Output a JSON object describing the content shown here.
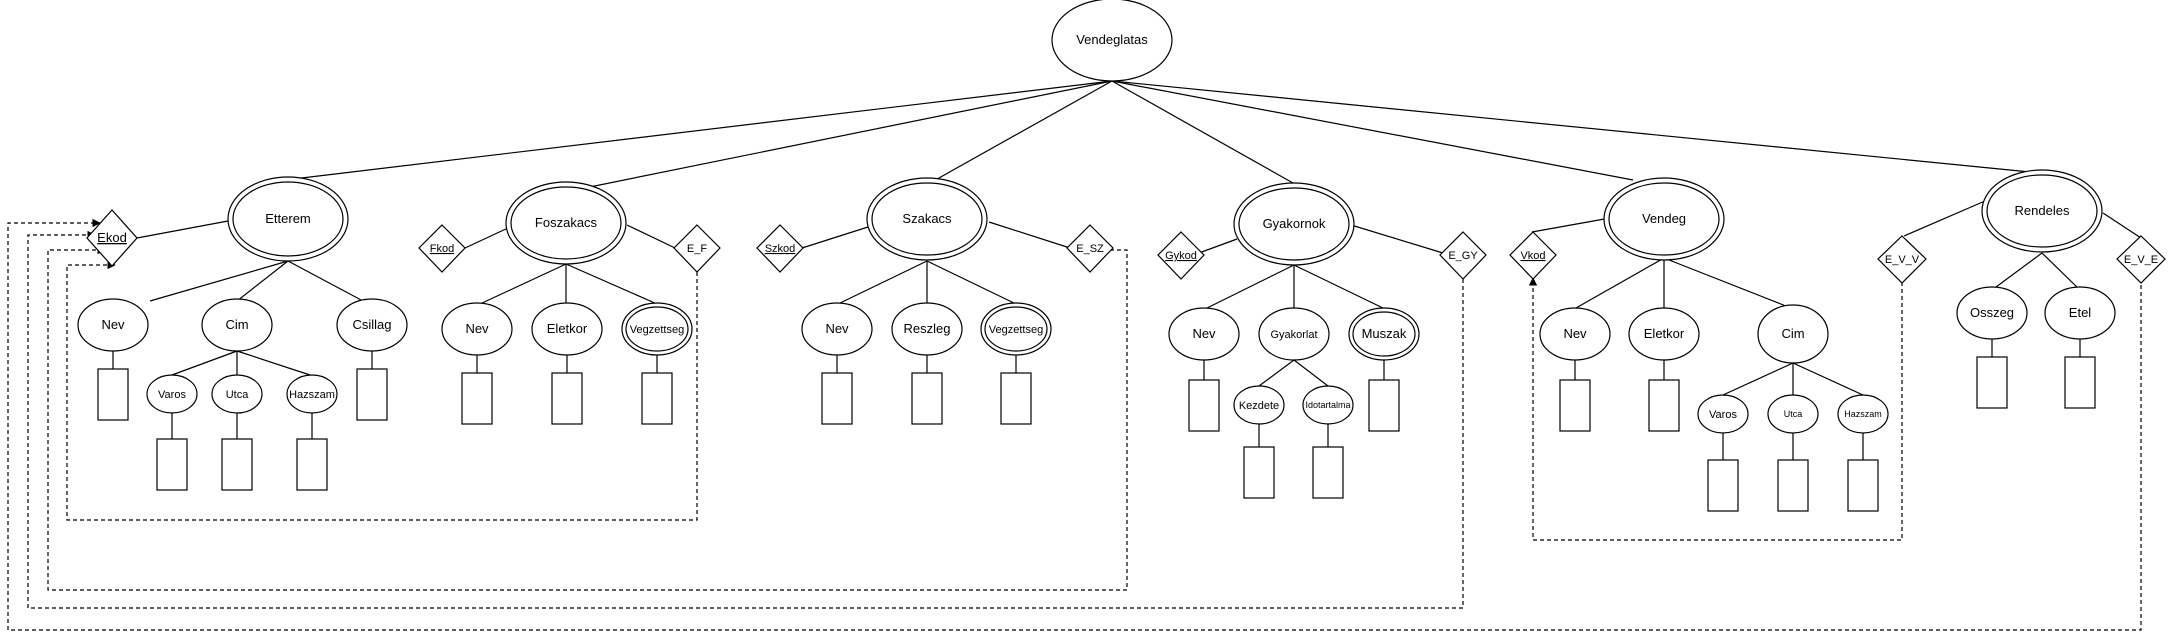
{
  "diagram": {
    "root": "Vendeglatas",
    "entities": {
      "etterem": "Etterem",
      "foszakacs": "Foszakacs",
      "szakacs": "Szakacs",
      "gyakornok": "Gyakornok",
      "vendeg": "Vendeg",
      "rendeles": "Rendeles"
    },
    "keys": {
      "ekod": "Ekod",
      "fkod": "Fkod",
      "szkod": "Szkod",
      "gykod": "Gykod",
      "vkod": "Vkod"
    },
    "relations": {
      "e_f": "E_F",
      "e_sz": "E_SZ",
      "e_gy": "E_GY",
      "e_v_v": "E_V_V",
      "e_v_e": "E_V_E"
    },
    "attributes": {
      "etterem_nev": "Nev",
      "etterem_cim": "Cim",
      "etterem_csillag": "Csillag",
      "etterem_varos": "Varos",
      "etterem_utca": "Utca",
      "etterem_hazszam": "Hazszam",
      "foszakacs_nev": "Nev",
      "foszakacs_eletkor": "Eletkor",
      "foszakacs_vegzettseg": "Vegzettseg",
      "szakacs_nev": "Nev",
      "szakacs_reszleg": "Reszleg",
      "szakacs_vegzettseg": "Vegzettseg",
      "gyakornok_nev": "Nev",
      "gyakornok_gyakorlat": "Gyakorlat",
      "gyakornok_muszak": "Muszak",
      "gyakornok_kezdete": "Kezdete",
      "gyakornok_idotartalma": "Idotartalma",
      "vendeg_nev": "Nev",
      "vendeg_eletkor": "Eletkor",
      "vendeg_cim": "Cim",
      "vendeg_varos": "Varos",
      "vendeg_utca": "Utca",
      "vendeg_hazszam": "Hazszam",
      "rendeles_osszeg": "Osszeg",
      "rendeles_etel": "Etel"
    }
  }
}
